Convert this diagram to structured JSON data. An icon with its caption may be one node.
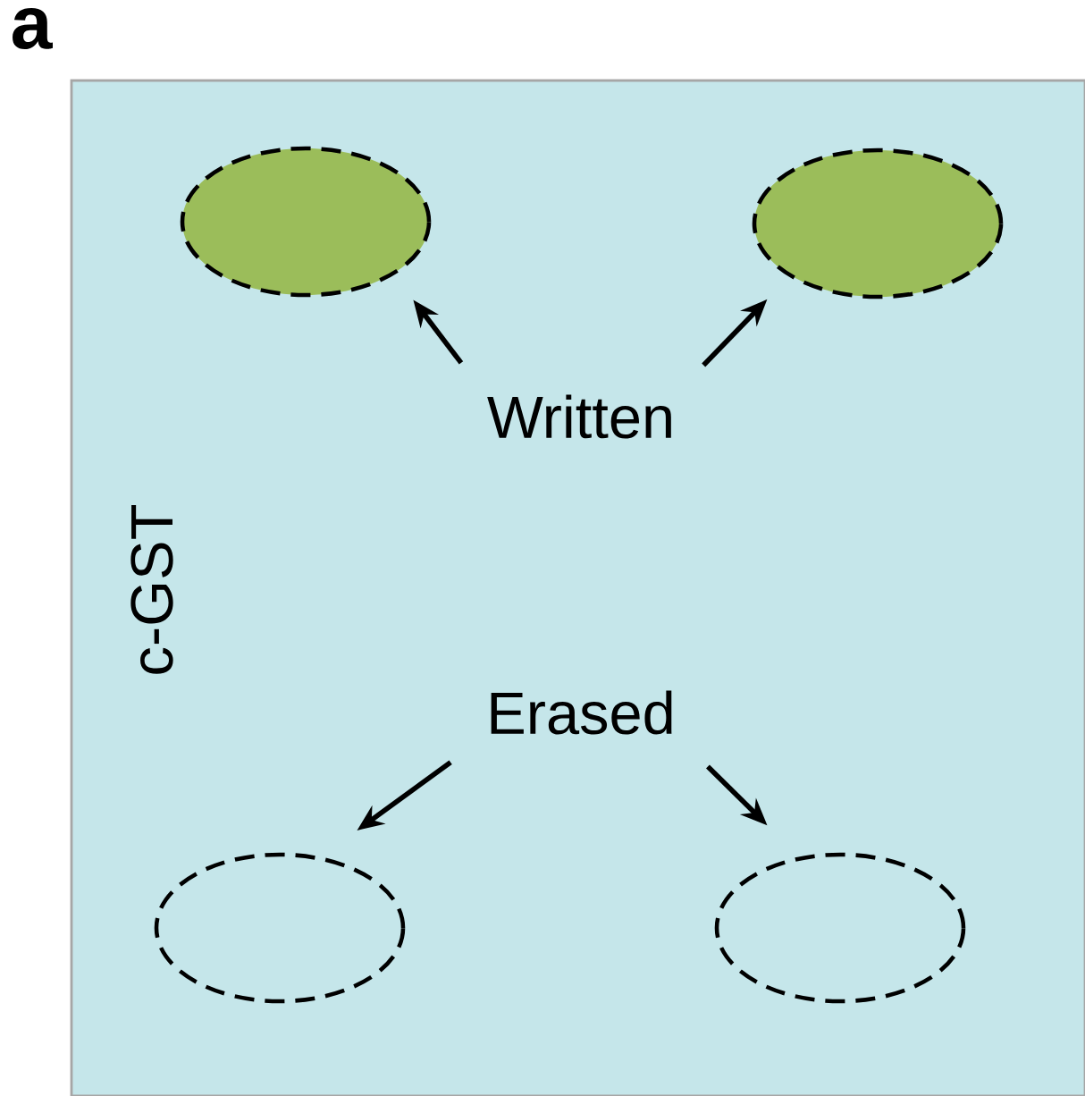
{
  "diagram": {
    "nodes": [
      {
        "text": [
          "c-GST"
        ]
      },
      {
        "text": [],
        "shape": "ellipse",
        "in": 0
      },
      {
        "text": [],
        "shape": "ellipse",
        "in": 0
      },
      {
        "text": [
          "Written"
        ],
        "in": 0
      },
      {
        "text": [
          "Erased"
        ],
        "in": 0
      },
      {
        "text": [],
        "shape": "ellipse",
        "in": 0
      },
      {
        "text": [],
        "shape": "ellipse",
        "in": 0
      }
    ],
    "edges": [
      {
        "from": 3,
        "to": 1,
        "arrow": "to"
      },
      {
        "from": 3,
        "to": 2,
        "arrow": "to"
      },
      {
        "from": 4,
        "to": 5,
        "arrow": "to"
      },
      {
        "from": 4,
        "to": 6,
        "arrow": "to"
      }
    ],
    "labels": [
      "a"
    ]
  }
}
